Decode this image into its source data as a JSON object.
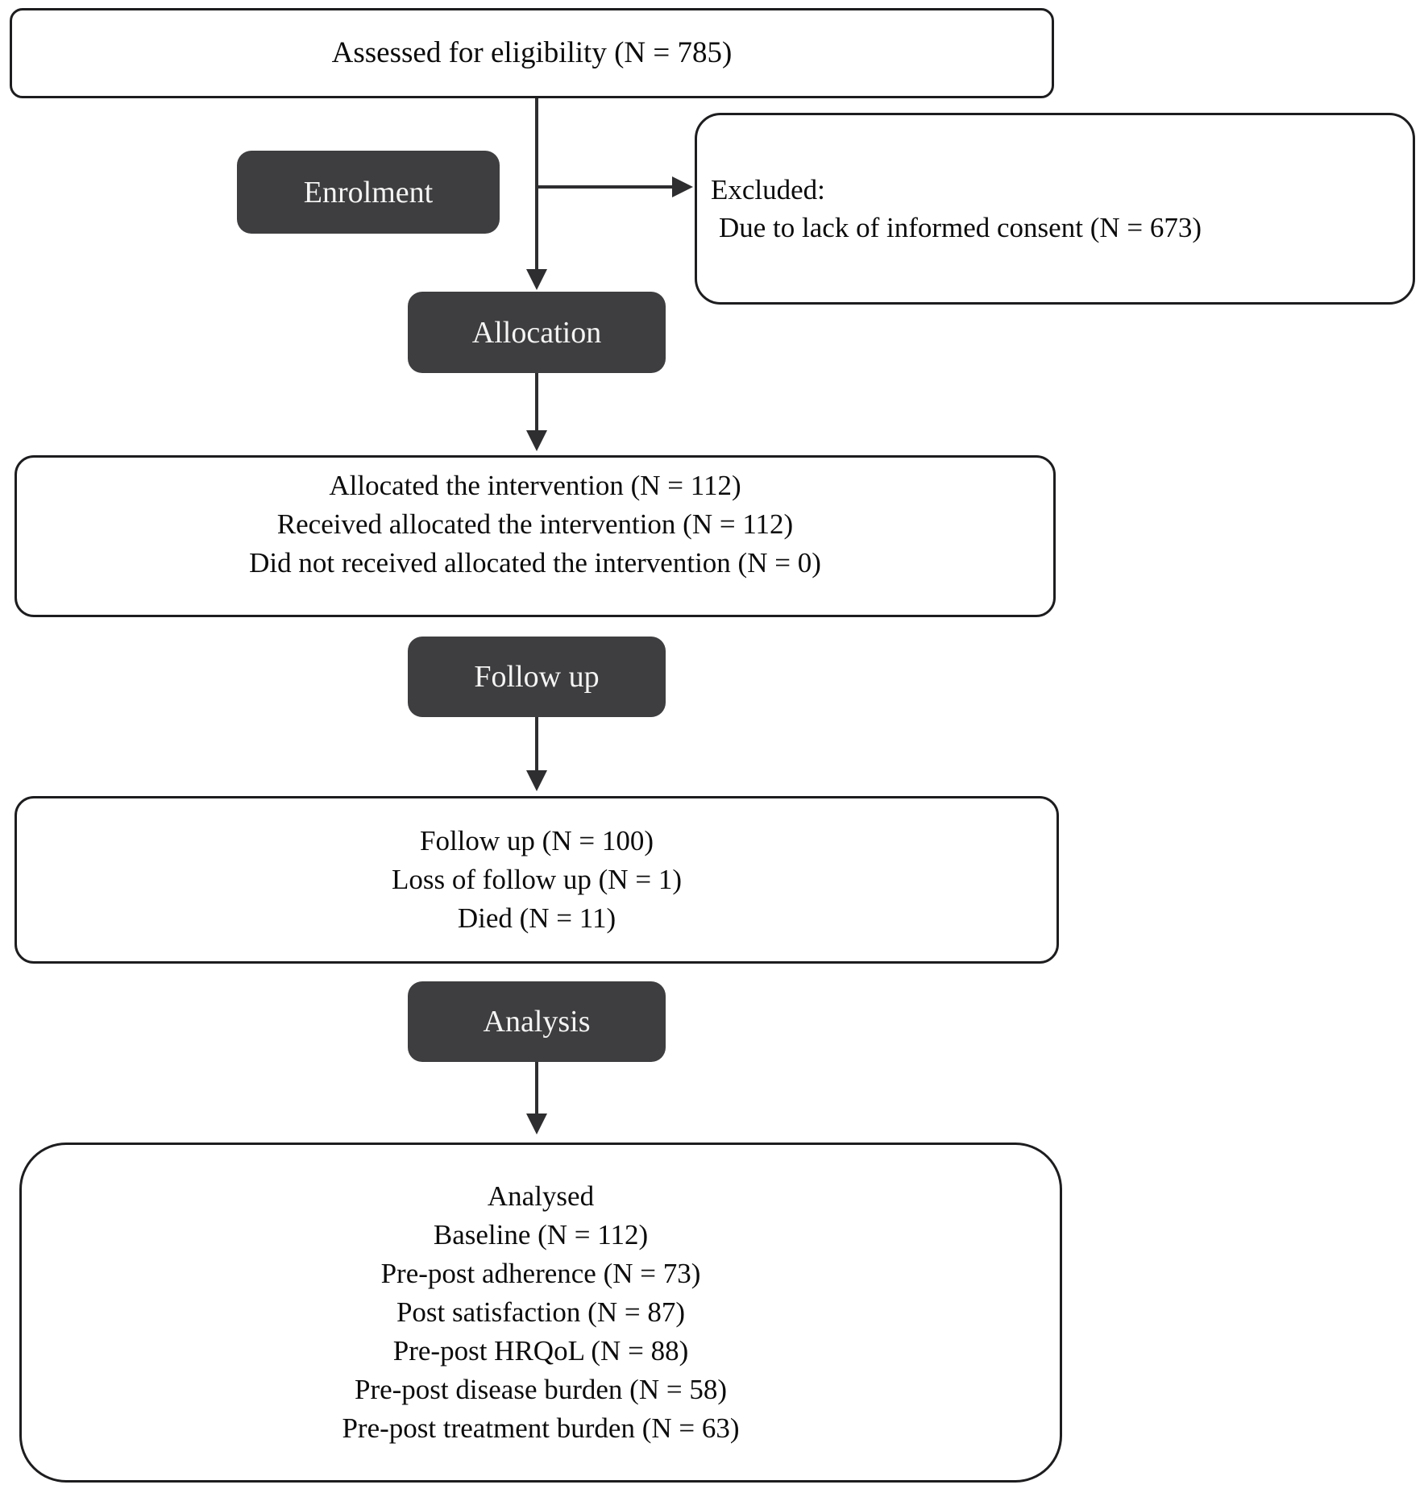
{
  "colors": {
    "background": "#ffffff",
    "stage_box_fill": "#3e3e40",
    "stage_box_text": "#f4f4f4",
    "box_outline": "#1d1d1f",
    "connector": "#2e2e30",
    "body_text": "#0c0c0c"
  },
  "stages": {
    "enrolment": "Enrolment",
    "allocation": "Allocation",
    "follow_up": "Follow up",
    "analysis": "Analysis"
  },
  "boxes": {
    "assessed": {
      "lines": [
        "Assessed for eligibility (N = 785)"
      ]
    },
    "excluded": {
      "lines": [
        "Excluded:",
        "Due to lack of informed consent (N = 673)"
      ]
    },
    "allocated": {
      "lines": [
        "Allocated the intervention (N = 112)",
        "Received allocated the intervention (N = 112)",
        "Did not received allocated the intervention (N = 0)"
      ]
    },
    "follow_up": {
      "lines": [
        "Follow up (N = 100)",
        "Loss of follow up (N = 1)",
        "Died (N = 11)"
      ]
    },
    "analysed": {
      "lines": [
        "Analysed",
        "Baseline (N = 112)",
        "Pre-post adherence (N = 73)",
        "Post satisfaction (N = 87)",
        "Pre-post HRQoL (N = 88)",
        "Pre-post disease burden (N = 58)",
        "Pre-post treatment burden (N = 63)"
      ]
    }
  }
}
